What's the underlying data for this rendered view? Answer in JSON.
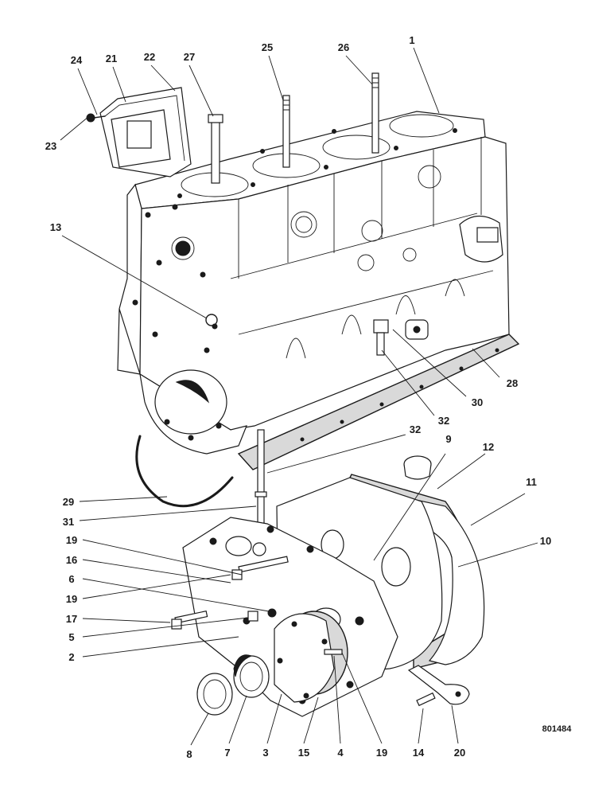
{
  "figure": {
    "reference_code": "801484",
    "callouts": [
      {
        "label": "1"
      },
      {
        "label": "21"
      },
      {
        "label": "22"
      },
      {
        "label": "23"
      },
      {
        "label": "24"
      },
      {
        "label": "25"
      },
      {
        "label": "26"
      },
      {
        "label": "27"
      },
      {
        "label": "13"
      },
      {
        "label": "28"
      },
      {
        "label": "30"
      },
      {
        "label": "32"
      },
      {
        "label": "32"
      },
      {
        "label": "29"
      },
      {
        "label": "31"
      },
      {
        "label": "9"
      },
      {
        "label": "12"
      },
      {
        "label": "11"
      },
      {
        "label": "10"
      },
      {
        "label": "19"
      },
      {
        "label": "16"
      },
      {
        "label": "6"
      },
      {
        "label": "19"
      },
      {
        "label": "17"
      },
      {
        "label": "5"
      },
      {
        "label": "2"
      },
      {
        "label": "8"
      },
      {
        "label": "7"
      },
      {
        "label": "3"
      },
      {
        "label": "15"
      },
      {
        "label": "4"
      },
      {
        "label": "19"
      },
      {
        "label": "14"
      },
      {
        "label": "20"
      }
    ]
  }
}
